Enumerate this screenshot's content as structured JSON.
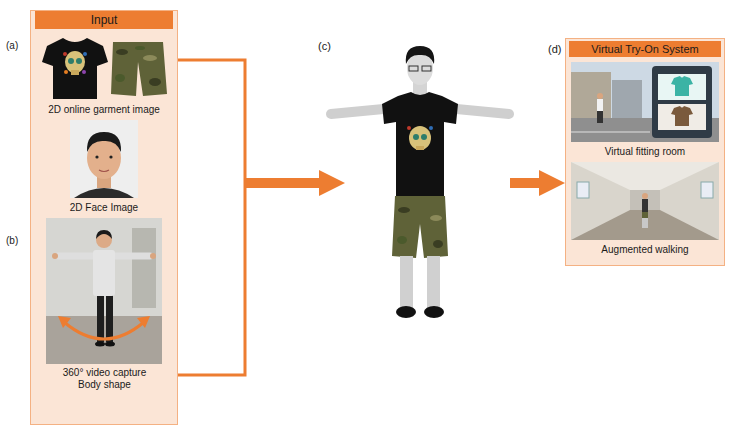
{
  "diagram": {
    "nodes": [
      {
        "text": [
          "Input"
        ]
      },
      {
        "text": [
          "(c)"
        ]
      },
      {
        "text": [
          "(d)",
          "Virtual Try-On System"
        ]
      }
    ],
    "edges": [
      {
        "from": 0,
        "to": 1,
        "arrow": "to"
      },
      {
        "from": 1,
        "to": 2,
        "arrow": "to"
      }
    ],
    "labels": [
      "(a)",
      "2D online garment image",
      "2D Face Image",
      "(b)",
      "360° video capture Body shape",
      "Virtual fitting room",
      "Augmented walking"
    ]
  }
}
